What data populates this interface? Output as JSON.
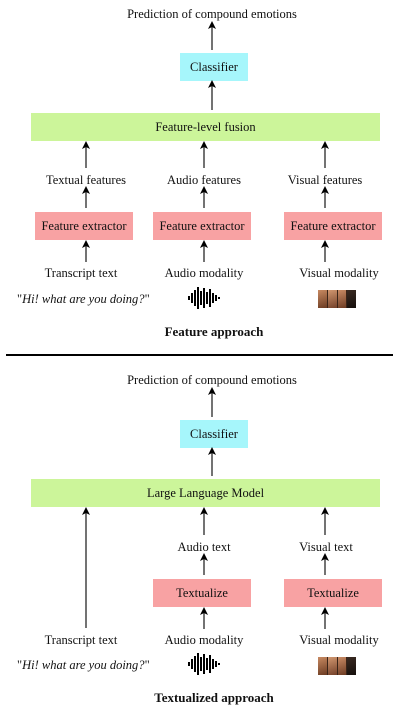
{
  "feature": {
    "output_label": "Prediction of compound emotions",
    "classifier": "Classifier",
    "fusion": "Feature-level fusion",
    "features": [
      "Textual features",
      "Audio features",
      "Visual features"
    ],
    "extractor": "Feature extractor",
    "modalities": [
      "Transcript text",
      "Audio modality",
      "Visual modality"
    ],
    "quote_open": "\"",
    "quote_text": "Hi! what are you doing?",
    "quote_close": "\"",
    "heading": "Feature approach"
  },
  "textualized": {
    "output_label": "Prediction of compound emotions",
    "classifier": "Classifier",
    "llm": "Large Language Model",
    "texts": [
      "Audio text",
      "Visual text"
    ],
    "textualize": "Textualize",
    "modalities": [
      "Transcript text",
      "Audio modality",
      "Visual modality"
    ],
    "quote_open": "\"",
    "quote_text": "Hi! what are you doing?",
    "quote_close": "\"",
    "heading": "Textualized approach"
  },
  "colors": {
    "fusion": "#ccf59a",
    "classifier": "#a6f6fb",
    "extractor": "#f8a2a3"
  },
  "icons": [
    "audio-waveform-icon",
    "face-frames-icon"
  ]
}
